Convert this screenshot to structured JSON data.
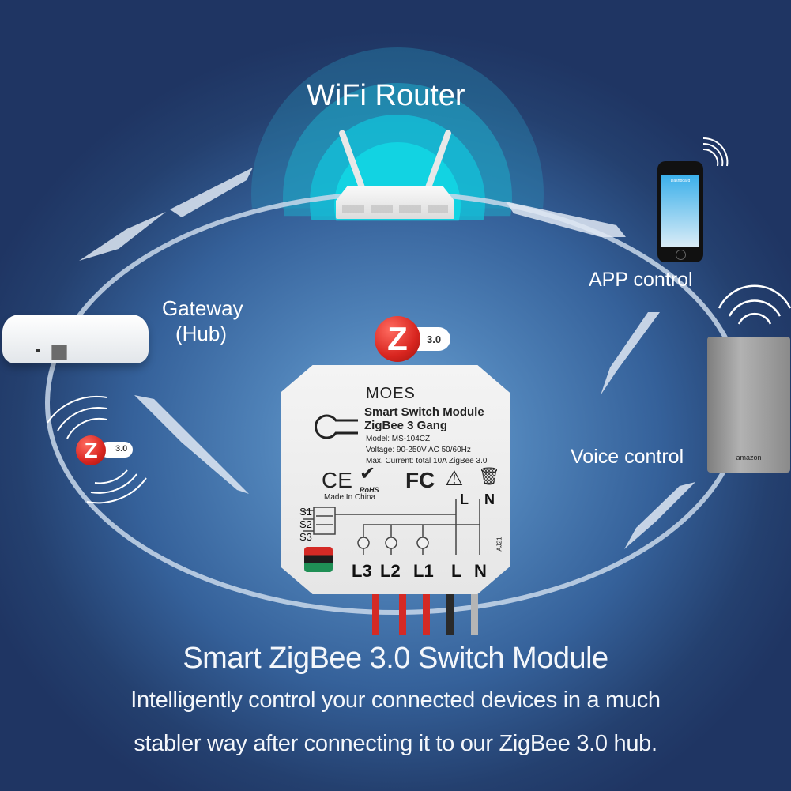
{
  "diagram": {
    "router": {
      "label": "WiFi Router"
    },
    "app": {
      "label": "APP control",
      "phone_screen_title": "Dashboard"
    },
    "voice": {
      "label": "Voice control",
      "speaker_brand": "amazon"
    },
    "gateway": {
      "label_line1": "Gateway",
      "label_line2": "(Hub)"
    },
    "zigbee_badge": {
      "version": "3.0"
    },
    "module": {
      "brand": "MOES",
      "name": "Smart Switch Module",
      "type": "ZigBee 3 Gang",
      "model": "Model: MS-104CZ",
      "voltage": "Voltage: 90-250V AC 50/60Hz",
      "current": "Max. Current: total 10A ZigBee 3.0",
      "certs": [
        "CE",
        "RoHS",
        "FC"
      ],
      "origin": "Made In China",
      "switch_inputs": [
        "S1",
        "S2",
        "S3"
      ],
      "top_terminals": [
        "L",
        "N"
      ],
      "outputs": [
        "L3",
        "L2",
        "L1",
        "L",
        "N"
      ],
      "side_code": "AJ21",
      "wire_colors": [
        "#d42a25",
        "#d42a25",
        "#d42a25",
        "#2a2a2a",
        "#b5b5b5"
      ]
    }
  },
  "footer": {
    "title": "Smart ZigBee 3.0 Switch Module",
    "line1": "Intelligently control your connected devices in a much",
    "line2": "stabler way after connecting it to our ZigBee 3.0 hub."
  },
  "colors": {
    "bg_dark": "#1f3563",
    "bg_center": "#6fa6d6",
    "router_glow": "#12d3e2",
    "zigbee_red": "#d8251f"
  }
}
